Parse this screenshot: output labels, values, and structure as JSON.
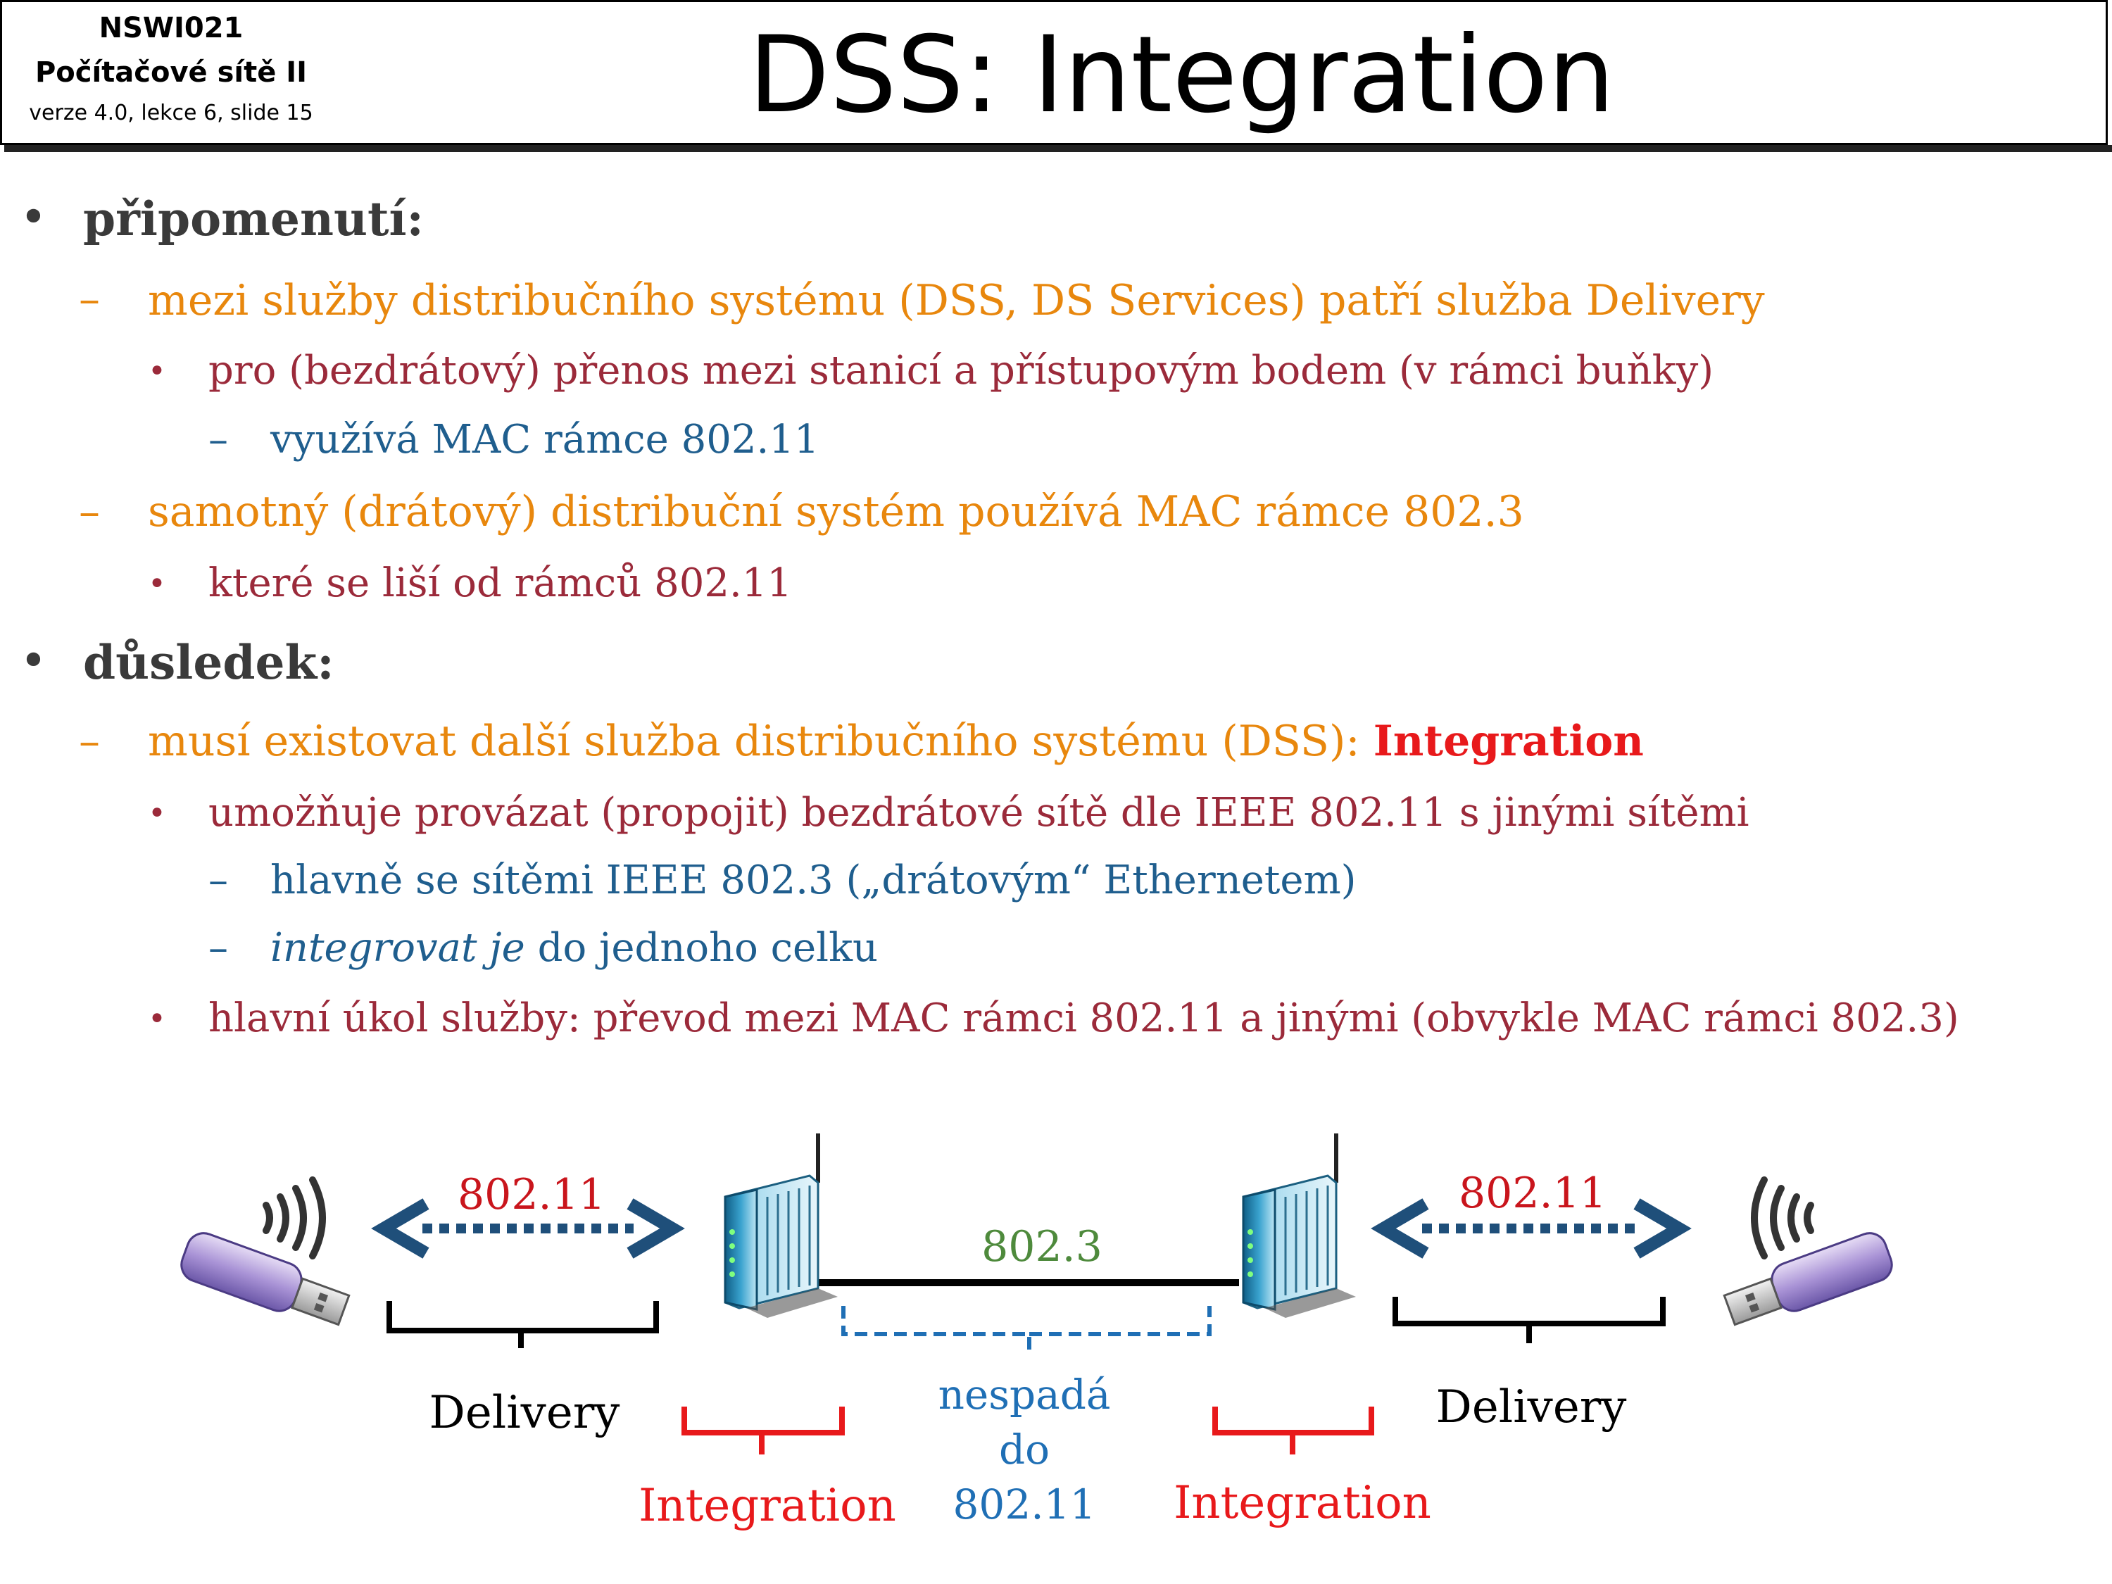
{
  "header": {
    "course_code": "NSWI021",
    "course_name": "Počítačové sítě II",
    "course_meta": "verze 4.0, lekce 6, slide 15",
    "title": "DSS: Integration"
  },
  "content": {
    "b1": "připomenutí:",
    "b1_1": "mezi služby distribučního systému (DSS, DS Services) patří služba Delivery",
    "b1_1_1": "pro (bezdrátový) přenos mezi stanicí a přístupovým bodem (v rámci buňky)",
    "b1_1_1_1": "využívá MAC rámce 802.11",
    "b1_2": "samotný (drátový) distribuční systém používá MAC rámce 802.3",
    "b1_2_1": "které se liší od rámců 802.11",
    "b2": "důsledek:",
    "b2_1_pre": "musí existovat další služba distribučního systému (DSS): ",
    "b2_1_hl": "Integration",
    "b2_1_1": "umožňuje provázat (propojit) bezdrátové sítě dle IEEE 802.11 s jinými sítěmi",
    "b2_1_1_1": "hlavně se sítěmi IEEE 802.3 („drátovým“ Ethernetem)",
    "b2_1_1_2_it": "integrovat je",
    "b2_1_1_2_rest": " do jednoho celku",
    "b2_1_2": "hlavní úkol služby: převod mezi MAC rámci 802.11 a jinými (obvykle MAC rámci 802.3)"
  },
  "markers": {
    "bullet": "•",
    "dash": "–"
  },
  "diagram": {
    "left_link": "802.11",
    "right_link": "802.11",
    "middle_link": "802.3",
    "delivery_left": "Delivery",
    "delivery_right": "Delivery",
    "integration_left": "Integration",
    "integration_right": "Integration",
    "not_included_1": "nespadá",
    "not_included_2": "do",
    "not_included_3": "802.11",
    "icons": {
      "left_station": "usb-wifi-adapter-icon",
      "right_station": "usb-wifi-adapter-icon",
      "left_ap": "access-point-icon",
      "right_ap": "access-point-icon"
    },
    "colors": {
      "arrow": "#1f4f7a",
      "brace_delivery": "#000000",
      "brace_integration": "#e8191b",
      "brace_not_included": "#1f6fb5",
      "wire": "#000000"
    }
  }
}
